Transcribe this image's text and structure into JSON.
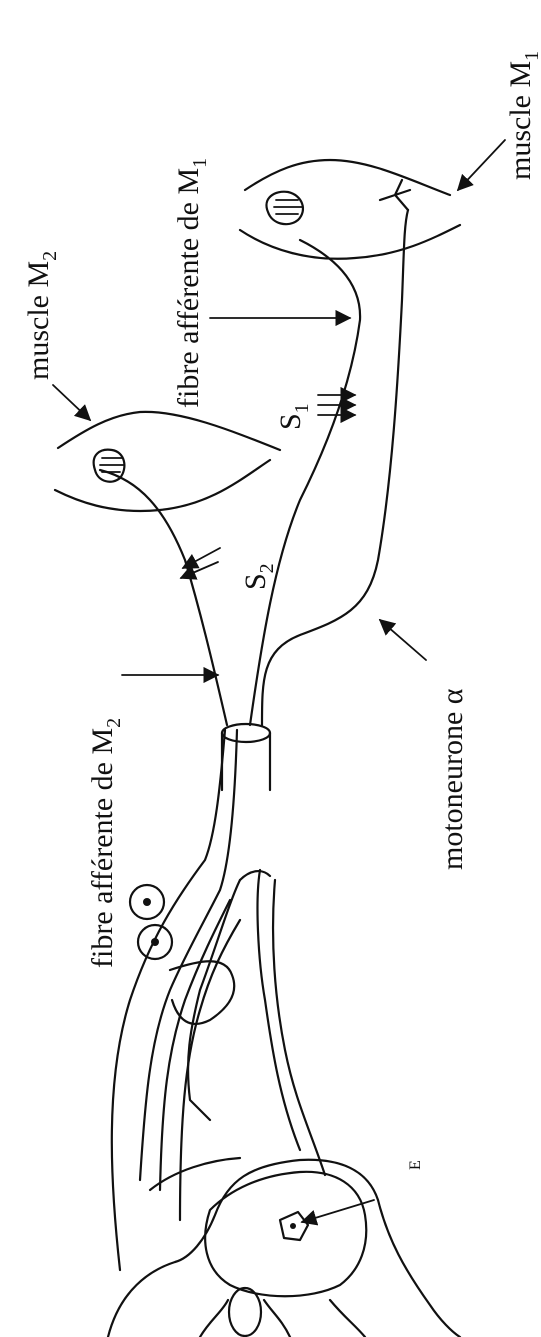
{
  "labels": {
    "muscle_m2": "muscle M",
    "muscle_m2_sub": "2",
    "muscle_m1": "muscle  M",
    "muscle_m1_sub": "1",
    "fibre_m1": "fibre afférente de M",
    "fibre_m1_sub": "1",
    "fibre_m2": "fibre afférente de M",
    "fibre_m2_sub": "2",
    "s1": "S",
    "s1_sub": "1",
    "s2": "S",
    "s2_sub": "2",
    "motoneurone": "motoneurone α",
    "e": "E"
  }
}
